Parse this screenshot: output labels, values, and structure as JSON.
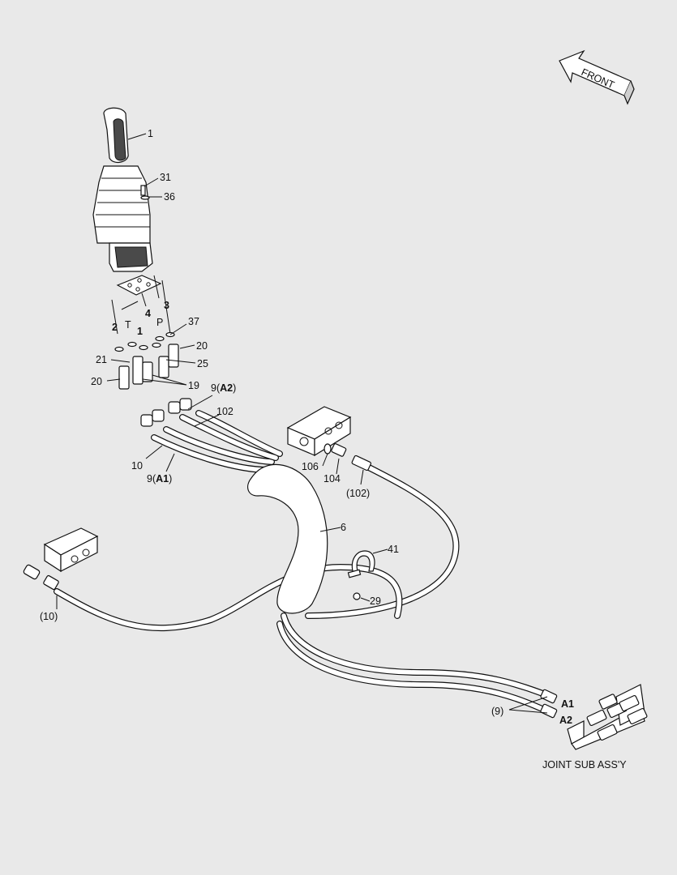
{
  "front_label": "FRONT",
  "caption": "JOINT SUB ASS'Y",
  "port_labels": {
    "p2": "2",
    "pT": "T",
    "p1": "1",
    "p4": "4",
    "pP": "P",
    "p3": "3"
  },
  "part_numbers": {
    "n1": "1",
    "n31": "31",
    "n36": "36",
    "n37": "37",
    "n20a": "20",
    "n21": "21",
    "n25": "25",
    "n20b": "20",
    "n19": "19",
    "n9a2_pre": "9(",
    "n9a2_bold": "A2",
    "n9a2_post": ")",
    "n102": "102",
    "n10": "10",
    "n9a1_pre": "9(",
    "n9a1_bold": "A1",
    "n9a1_post": ")",
    "n106": "106",
    "n104": "104",
    "n102p": "(102)",
    "n6": "6",
    "n41": "41",
    "n29": "29",
    "n10p": "(10)",
    "n9p": "(9)",
    "a1": "A1",
    "a2": "A2"
  }
}
